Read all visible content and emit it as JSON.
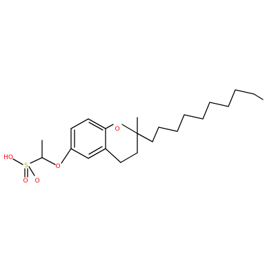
{
  "molecule": {
    "colors": {
      "bond": "#000000",
      "oxygen": "#ff0000",
      "sulfur": "#b2b200",
      "background": "#ffffff"
    },
    "atoms": [
      {
        "id": "ring_o",
        "label": "O",
        "element": "O"
      },
      {
        "id": "ether_o",
        "label": "O",
        "element": "O"
      },
      {
        "id": "s",
        "label": "S",
        "element": "S"
      },
      {
        "id": "so_o1",
        "label": "O",
        "element": "O"
      },
      {
        "id": "so_o2",
        "label": "O",
        "element": "O"
      },
      {
        "id": "oh",
        "label": "HO",
        "element": "O"
      }
    ]
  }
}
